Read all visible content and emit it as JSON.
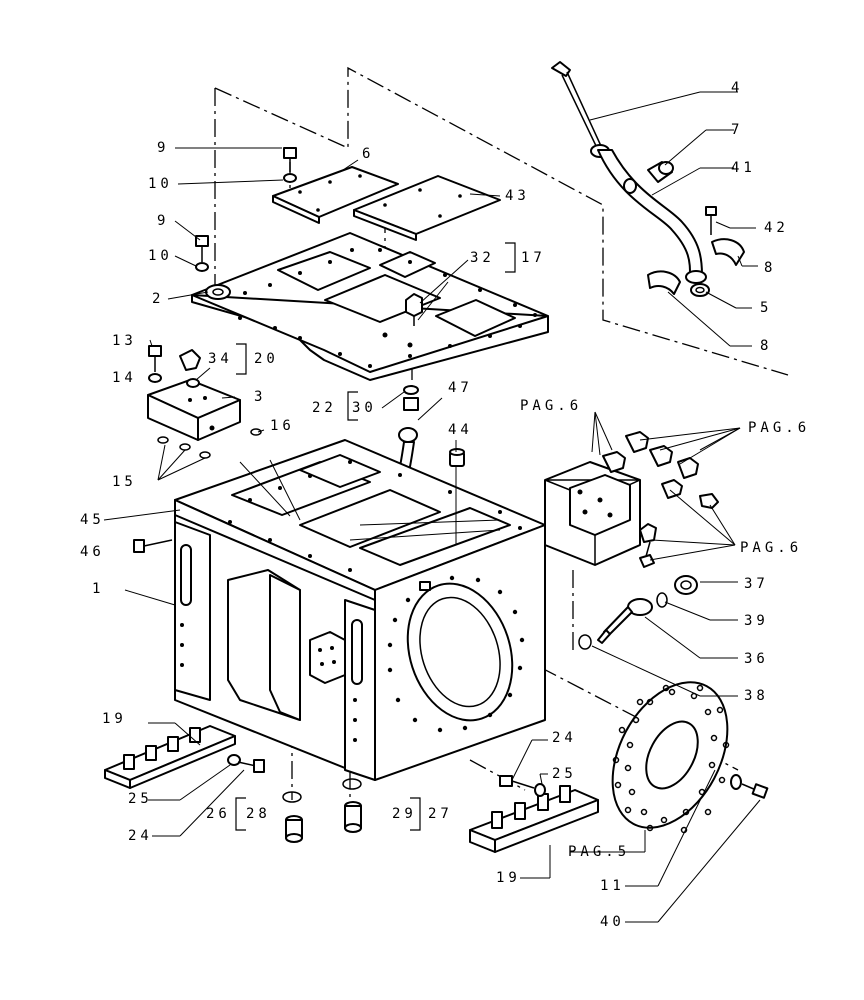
{
  "labels": {
    "l1": "1",
    "l2": "2",
    "l3": "3",
    "l4": "4",
    "l5": "5",
    "l6": "6",
    "l7": "7",
    "l8a": "8",
    "l8b": "8",
    "l9a": "9",
    "l9b": "9",
    "l10a": "10",
    "l10b": "10",
    "l11": "11",
    "l13": "13",
    "l14": "14",
    "l15": "15",
    "l16": "16",
    "l17": "17",
    "l19a": "19",
    "l19b": "19",
    "l20": "20",
    "l22": "22",
    "l24a": "24",
    "l24b": "24",
    "l25a": "25",
    "l25b": "25",
    "l26": "26",
    "l27": "27",
    "l28": "28",
    "l29": "29",
    "l30": "30",
    "l32": "32",
    "l34": "34",
    "l36": "36",
    "l37": "37",
    "l38": "38",
    "l39": "39",
    "l40": "40",
    "l41": "41",
    "l42": "42",
    "l43": "43",
    "l44": "44",
    "l45": "45",
    "l46": "46",
    "l47": "47"
  },
  "refs": {
    "pag6_top": "PAG.6",
    "pag6_right": "PAG.6",
    "pag6_bottom": "PAG.6",
    "pag5": "PAG.5"
  }
}
